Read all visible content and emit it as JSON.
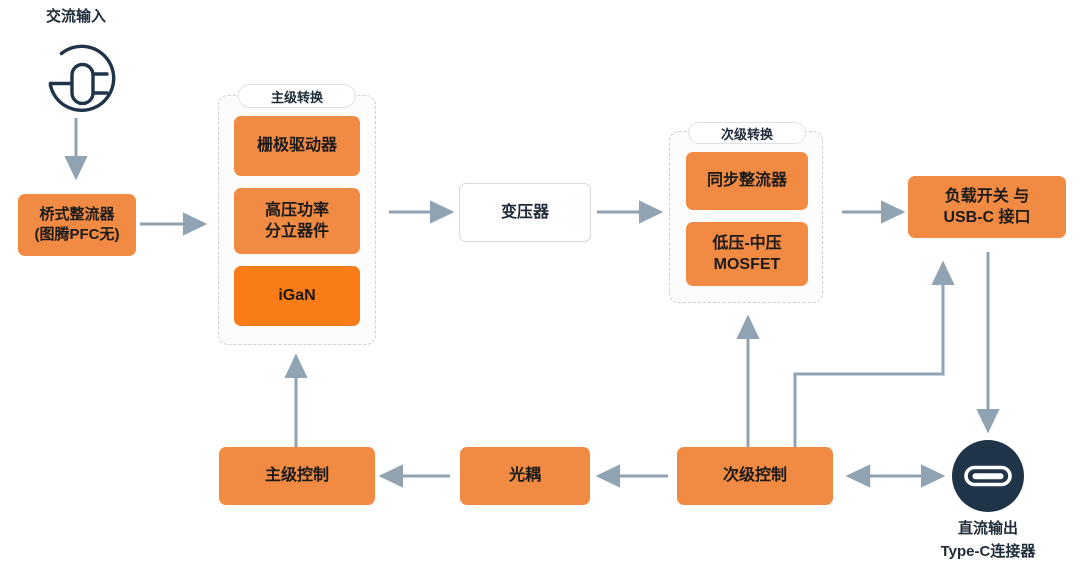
{
  "diagram": {
    "title_label": "交流输入",
    "colors": {
      "orange": "#F18A43",
      "orange_bright": "#F97C16",
      "navy": "#1F3448",
      "arrow": "#8FA3B3",
      "group_border": "#C9CFD6",
      "text_dark": "#1f2b38",
      "background": "#ffffff"
    },
    "ac_input": {
      "label": "交流输入",
      "icon": "ac-plug-icon"
    },
    "dc_output": {
      "line1": "直流输出",
      "line2": "Type-C连接器",
      "icon": "usb-c-connector-icon"
    },
    "blocks": {
      "bridge_rectifier": "桥式整流器\n(图腾PFC无)",
      "transformer": "变压器",
      "load_switch": "负载开关 与\nUSB-C 接口",
      "primary_control": "主级控制",
      "optocoupler": "光耦",
      "secondary_control": "次级控制"
    },
    "primary_group": {
      "title": "主级转换",
      "items": [
        {
          "label": "栅极驱动器",
          "variant": "orange"
        },
        {
          "label": "高压功率\n分立器件",
          "variant": "orange"
        },
        {
          "label": "iGaN",
          "variant": "orange-bright"
        }
      ]
    },
    "secondary_group": {
      "title": "次级转换",
      "items": [
        {
          "label": "同步整流器",
          "variant": "orange"
        },
        {
          "label": "低压-中压\nMOSFET",
          "variant": "orange"
        }
      ]
    },
    "connections": [
      {
        "name": "ac-input-to-bridge-rectifier",
        "type": "arrow-down"
      },
      {
        "name": "bridge-rectifier-to-primary-conversion",
        "type": "arrow-right"
      },
      {
        "name": "primary-conversion-to-transformer",
        "type": "arrow-right"
      },
      {
        "name": "transformer-to-secondary-conversion",
        "type": "arrow-right"
      },
      {
        "name": "secondary-conversion-to-load-switch",
        "type": "arrow-right"
      },
      {
        "name": "load-switch-to-dc-output",
        "type": "arrow-down"
      },
      {
        "name": "secondary-control-to-optocoupler",
        "type": "arrow-left"
      },
      {
        "name": "optocoupler-to-primary-control",
        "type": "arrow-left"
      },
      {
        "name": "primary-control-to-primary-conversion",
        "type": "arrow-up"
      },
      {
        "name": "secondary-control-to-secondary-conversion",
        "type": "arrow-up"
      },
      {
        "name": "secondary-control-to-load-switch",
        "type": "elbow-up"
      },
      {
        "name": "secondary-control-to-dc-output",
        "type": "arrow-bidirectional"
      }
    ]
  }
}
